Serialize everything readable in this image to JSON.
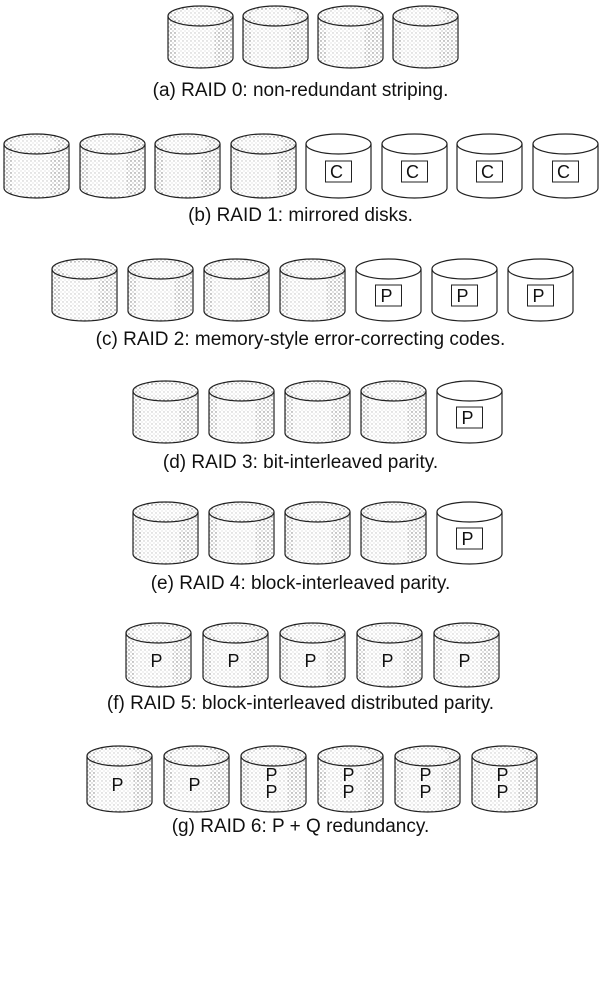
{
  "rows": [
    {
      "caption": "(a) RAID 0: non-redundant striping.",
      "disks": [
        {
          "shade": "full",
          "labels": []
        },
        {
          "shade": "full",
          "labels": []
        },
        {
          "shade": "full",
          "labels": []
        },
        {
          "shade": "full",
          "labels": []
        }
      ]
    },
    {
      "caption": "(b) RAID 1: mirrored disks.",
      "disks": [
        {
          "shade": "full",
          "labels": []
        },
        {
          "shade": "full",
          "labels": []
        },
        {
          "shade": "full",
          "labels": []
        },
        {
          "shade": "full",
          "labels": []
        },
        {
          "shade": "none",
          "labels": [
            "C"
          ]
        },
        {
          "shade": "none",
          "labels": [
            "C"
          ]
        },
        {
          "shade": "none",
          "labels": [
            "C"
          ]
        },
        {
          "shade": "none",
          "labels": [
            "C"
          ]
        }
      ]
    },
    {
      "caption": "(c) RAID 2: memory-style error-correcting codes.",
      "disks": [
        {
          "shade": "full",
          "labels": []
        },
        {
          "shade": "full",
          "labels": []
        },
        {
          "shade": "full",
          "labels": []
        },
        {
          "shade": "full",
          "labels": []
        },
        {
          "shade": "none",
          "labels": [
            "P"
          ]
        },
        {
          "shade": "none",
          "labels": [
            "P"
          ]
        },
        {
          "shade": "none",
          "labels": [
            "P"
          ]
        }
      ]
    },
    {
      "caption": "(d) RAID 3: bit-interleaved parity.",
      "disks": [
        {
          "shade": "full",
          "labels": []
        },
        {
          "shade": "full",
          "labels": []
        },
        {
          "shade": "full",
          "labels": []
        },
        {
          "shade": "full",
          "labels": []
        },
        {
          "shade": "none",
          "labels": [
            "P"
          ]
        }
      ]
    },
    {
      "caption": "(e) RAID 4: block-interleaved parity.",
      "disks": [
        {
          "shade": "full",
          "labels": []
        },
        {
          "shade": "full",
          "labels": []
        },
        {
          "shade": "full",
          "labels": []
        },
        {
          "shade": "full",
          "labels": []
        },
        {
          "shade": "none",
          "labels": [
            "P"
          ]
        }
      ]
    },
    {
      "caption": "(f) RAID 5: block-interleaved distributed parity.",
      "disks": [
        {
          "shade": "full",
          "labels": [
            "P"
          ]
        },
        {
          "shade": "full",
          "labels": [
            "P"
          ]
        },
        {
          "shade": "full",
          "labels": [
            "P"
          ]
        },
        {
          "shade": "full",
          "labels": [
            "P"
          ]
        },
        {
          "shade": "full",
          "labels": [
            "P"
          ]
        }
      ]
    },
    {
      "caption": "(g) RAID 6: P + Q redundancy.",
      "disks": [
        {
          "shade": "full",
          "labels": [
            "P"
          ]
        },
        {
          "shade": "full",
          "labels": [
            "P"
          ]
        },
        {
          "shade": "full",
          "labels": [
            "P",
            "P"
          ]
        },
        {
          "shade": "full",
          "labels": [
            "P",
            "P"
          ]
        },
        {
          "shade": "full",
          "labels": [
            "P",
            "P"
          ]
        },
        {
          "shade": "full",
          "labels": [
            "P",
            "P"
          ]
        }
      ]
    }
  ]
}
